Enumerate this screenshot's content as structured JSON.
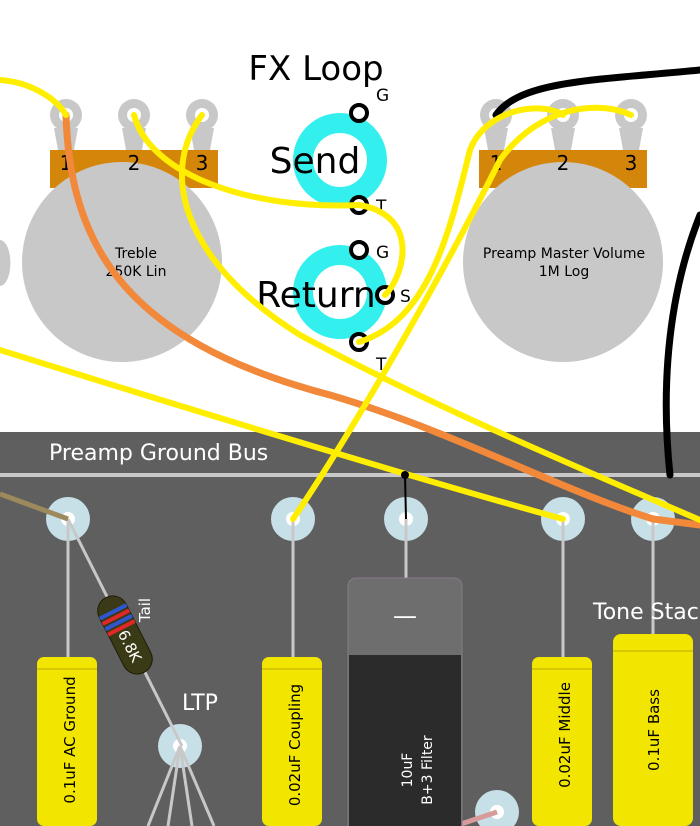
{
  "title": "FX Loop",
  "jacks": {
    "send": {
      "label": "Send",
      "pins": [
        "G",
        "T"
      ]
    },
    "return": {
      "label": "Return",
      "pins": [
        "G",
        "S",
        "T"
      ]
    }
  },
  "pots": {
    "treble": {
      "name": "Treble",
      "value": "250K Lin",
      "pins": [
        "1",
        "2",
        "3"
      ]
    },
    "master": {
      "name": "Preamp Master Volume",
      "value": "1M Log",
      "pins": [
        "1",
        "2",
        "3"
      ]
    }
  },
  "board": {
    "ground_bus_label": "Preamp Ground Bus",
    "ltp_label": "LTP",
    "tone_stack_label": "Tone Stac"
  },
  "resistor": {
    "value": "6.8K",
    "name": "Tail"
  },
  "capacitors": {
    "ac_ground": "0.1uF AC Ground",
    "coupling": "0.02uF Coupling",
    "middle": "0.02uF Middle",
    "bass": "0.1uF Bass",
    "filter_value": "10uF",
    "filter_name": "B+3 Filter",
    "filter_mark": "—"
  },
  "colors": {
    "board": "#5f5f5f",
    "pot_body": "#c8c8c8",
    "pot_tab": "#d4860b",
    "jack_ring": "#33f0ee",
    "wire_yellow": "#ffee00",
    "wire_orange": "#f2883a",
    "wire_black": "#000000",
    "cap_yellow": "#f2e600",
    "turret": "#c7e0e8"
  }
}
